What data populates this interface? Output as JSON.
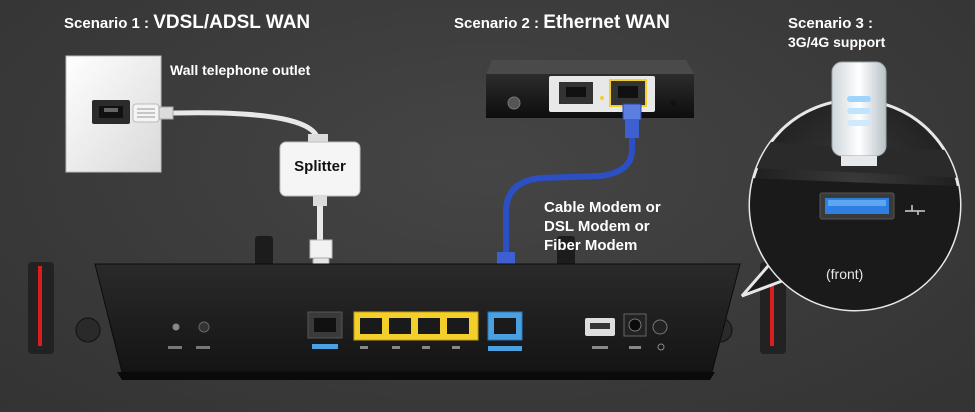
{
  "scenarios": [
    {
      "prefix": "Scenario 1 : ",
      "title": "VDSL/ADSL WAN"
    },
    {
      "prefix": "Scenario 2 : ",
      "title": "Ethernet WAN"
    },
    {
      "title_line1": "Scenario 3 :",
      "title_line2": "3G/4G support"
    }
  ],
  "labels": {
    "wall_outlet": "Wall telephone outlet",
    "splitter": "Splitter",
    "modems": [
      "Cable Modem or",
      "DSL Modem or",
      "Fiber Modem"
    ],
    "front": "(front)"
  },
  "colors": {
    "background": "#3c3c3c",
    "lan_ports": "#f2cf2a",
    "wan_port": "#4aa0e0",
    "ethernet_cable": "#2d4fc4",
    "accent_red": "#d81e1e"
  }
}
